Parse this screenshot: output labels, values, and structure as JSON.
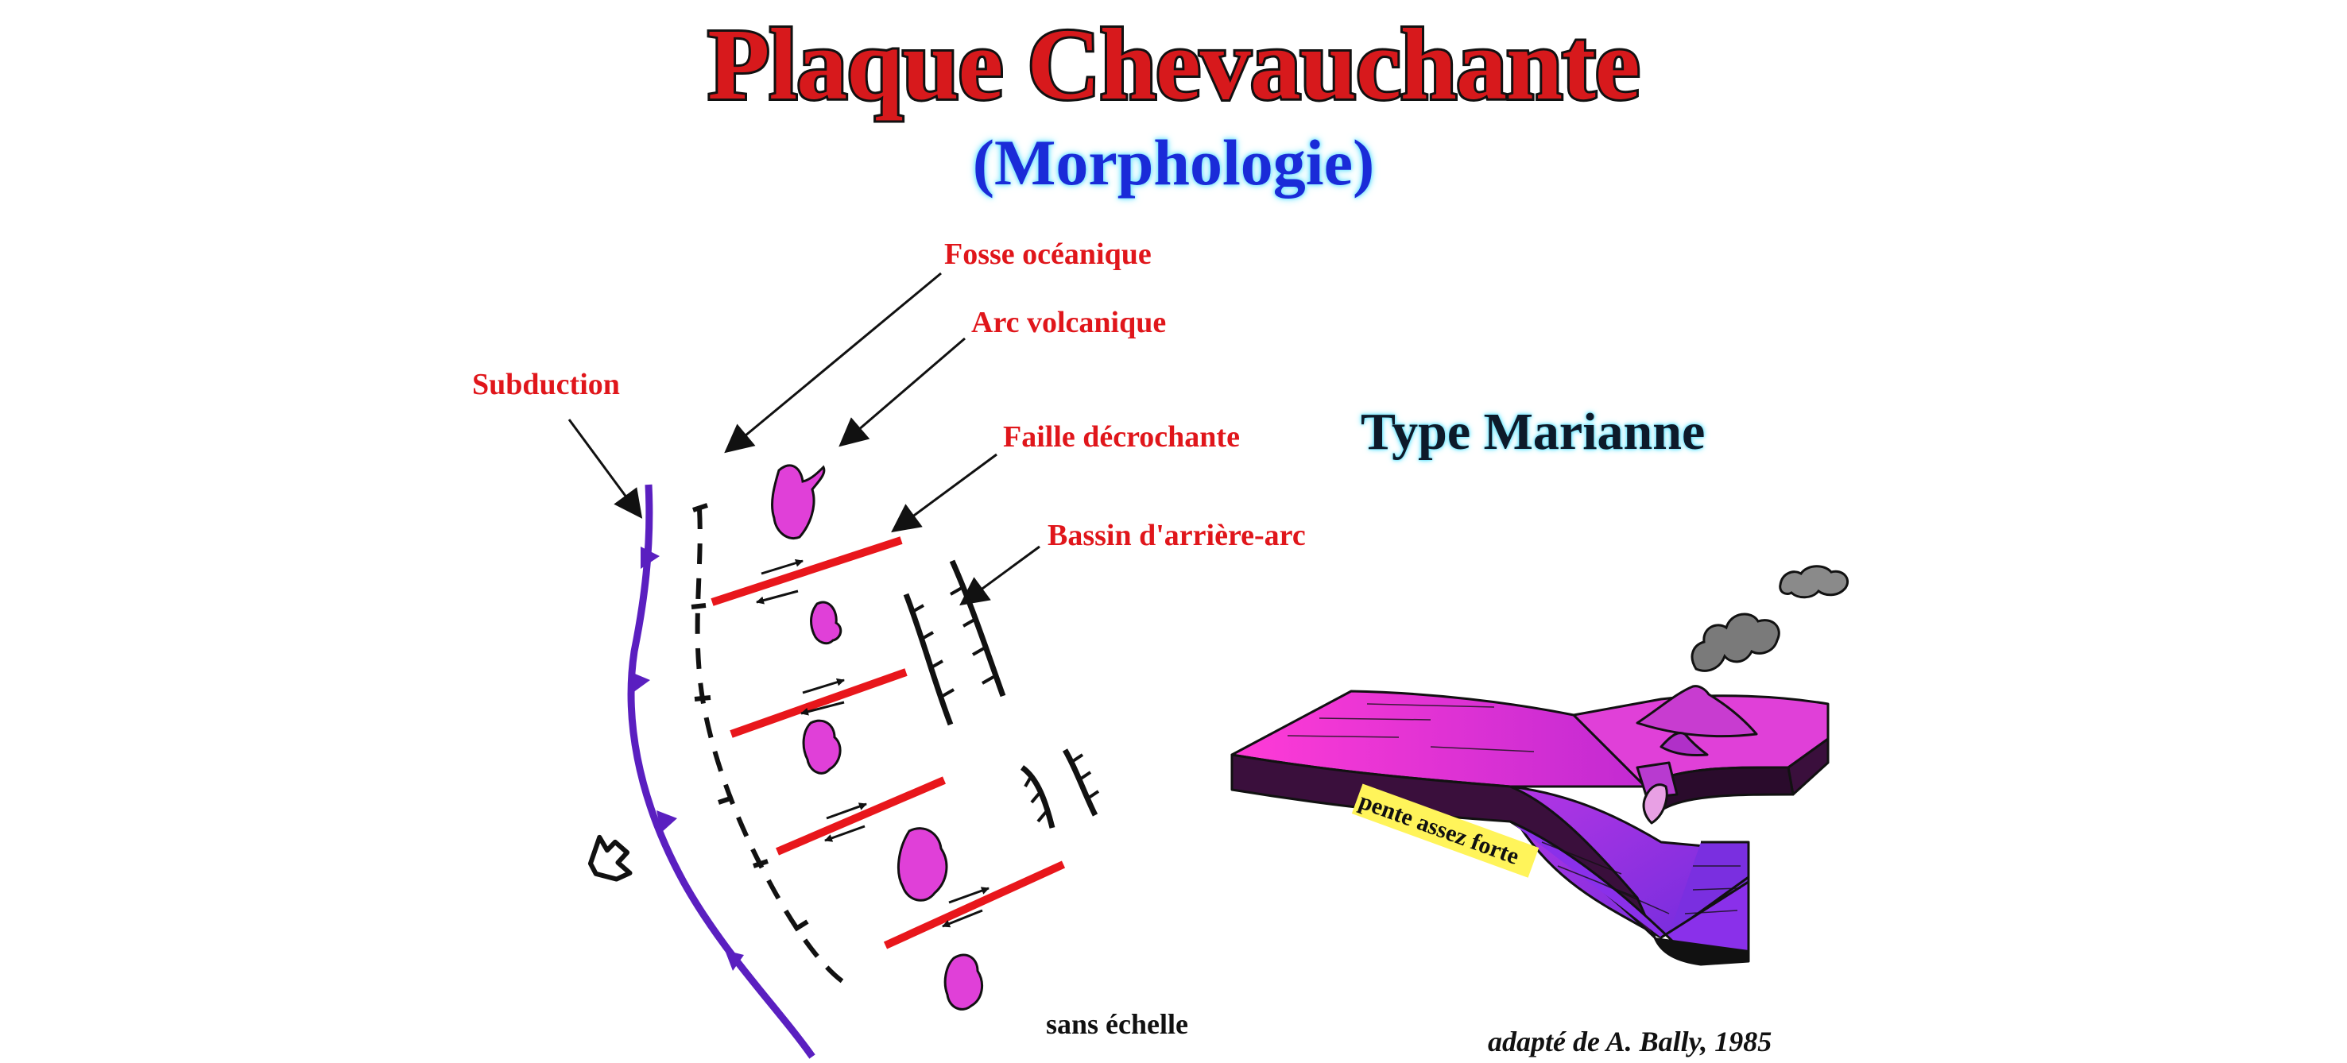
{
  "title": "Plaque Chevauchante",
  "subtitle": "(Morphologie)",
  "section_title": "Type Marianne",
  "labels": {
    "trench": "Fosse océanique",
    "volcanic_arc": "Arc volcanique",
    "subduction": "Subduction",
    "strike_slip_fault": "Faille décrochante",
    "back_arc_basin": "Bassin d'arrière-arc",
    "slope": "pente assez forte",
    "scale": "sans échelle",
    "credit": "adapté de A. Bally, 1985"
  },
  "colors": {
    "title_red": "#d7191c",
    "subtitle_blue": "#1a2bd8",
    "label_red": "#e0161b",
    "subduction_purple": "#5a1fc0",
    "fault_red": "#e8161b",
    "volcano_magenta": "#e040d8",
    "slab_purple": "#7a2fe0",
    "slope_label_bg": "#fff45a"
  },
  "icons": {
    "motion_arrow": "hollow-arrow-icon",
    "volcano_plume": "smoke-plume-icon"
  }
}
